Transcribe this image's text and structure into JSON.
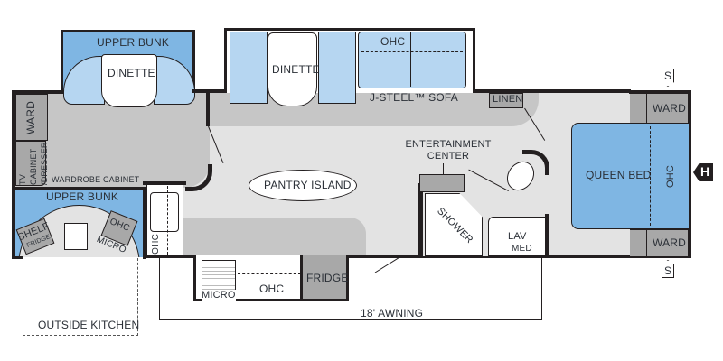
{
  "floorplan": {
    "rooms": {
      "front_upper_bunk": "UPPER BUNK",
      "front_dinette": "DINETTE",
      "left_ward": "WARD",
      "tv_cabinet": "TV CABINET /DRESSER",
      "wardrobe_cabinet": "WARDROBE CABINET",
      "rear_upper_bunk": "UPPER BUNK",
      "shelf": "SHELF",
      "fridge_small": "FRIDGE",
      "ohc_micro_ohc": "OHC",
      "ohc_micro_micro": "MICRO",
      "outside_kitchen": "OUTSIDE KITCHEN",
      "sink_ohc": "OHC",
      "slide_dinette": "DINETTE",
      "sofa_ohc": "OHC",
      "sofa": "J-STEEL™ SOFA",
      "pantry_island": "PANTRY ISLAND",
      "kitchen_micro": "MICRO",
      "kitchen_ohc": "OHC",
      "kitchen_fridge": "FRIDGE",
      "awning": "18' AWNING",
      "entertainment_center": "ENTERTAINMENT CENTER",
      "shower": "SHOWER",
      "lav": "LAV",
      "med": "MED",
      "linen": "LINEN",
      "queen_bed": "QUEEN BED",
      "bed_ohc": "OHC",
      "ward_top": "WARD",
      "ward_bottom": "WARD"
    },
    "markers": {
      "stabilizer_top": "S",
      "stabilizer_bottom": "S",
      "hitch": "H"
    },
    "colors": {
      "wall": "#231f20",
      "floor_dark": "#c6c6c6",
      "floor_light": "#e3e3e3",
      "bed_blue": "#7fb6e3",
      "seat_light_blue": "#b6d6f1",
      "cabinet_gray": "#a8a8a8"
    }
  }
}
